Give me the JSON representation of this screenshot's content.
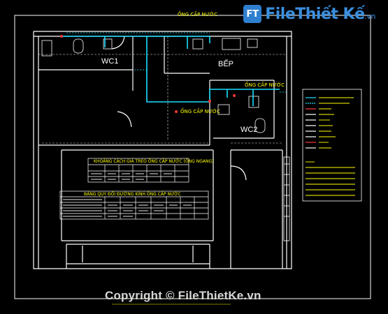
{
  "watermark": {
    "logo": "FT",
    "brand": "FileThiết Kế",
    "domain": ".vn"
  },
  "rooms": {
    "wc1": "WC1",
    "bep": "BẾP",
    "wc2": "WC2"
  },
  "pipe_labels": [
    "ỐNG CẤP NƯỚC",
    "ỐNG CẤP NƯỚC",
    "ỐNG CẤP NƯỚC"
  ],
  "table1": {
    "title": "KHOẢNG CÁCH GIÁ TREO ỐNG CẤP NƯỚC (ỐNG NGANG)"
  },
  "table2": {
    "title": "BẢNG QUY ĐỔI ĐƯỜNG KÍNH ỐNG CẤP NƯỚC"
  },
  "footer": {
    "copyright": "Copyright © FileThietKe.vn"
  },
  "colors": {
    "pipe": "#19e0ff",
    "wall": "#ffffff",
    "label": "#ffff00",
    "accent": "#ff3b3b",
    "background": "#000000"
  }
}
